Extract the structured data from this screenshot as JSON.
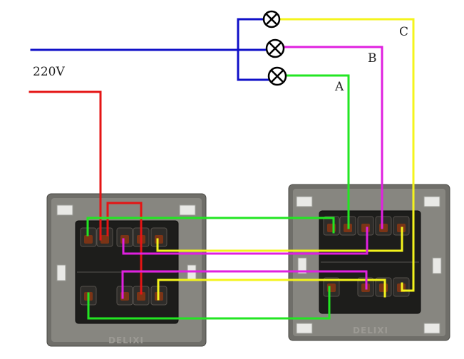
{
  "labels": {
    "voltage": "220V",
    "line_a": "A",
    "line_b": "B",
    "line_c": "C"
  },
  "switches": {
    "left_brand": "DELIXI",
    "right_brand": "DELIXI"
  },
  "colors": {
    "neutral": "#1010c8",
    "live": "#e41414",
    "line_a": "#22e622",
    "line_b": "#e020e0",
    "line_c": "#f4f41c",
    "lamp": "#000000"
  },
  "icons": {
    "lamp": "lamp-cross-circle-icon",
    "terminal": "screw-terminal-icon",
    "clip": "mounting-clip-icon"
  }
}
